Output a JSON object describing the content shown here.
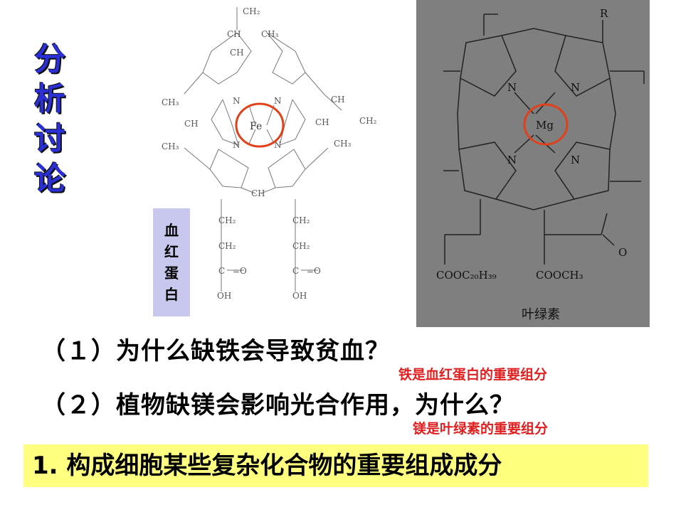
{
  "side_title": [
    "分",
    "析",
    "讨",
    "论"
  ],
  "heme": {
    "label_chars": [
      "血",
      "红",
      "蛋",
      "白"
    ],
    "center_atom": "Fe",
    "atoms": {
      "n": "N",
      "ch": "CH",
      "ch2": "CH₂",
      "ch3": "CH₃",
      "c": "C",
      "oh": "OH",
      "o": "=O"
    }
  },
  "chlorophyll": {
    "caption": "叶绿素",
    "center_atom": "Mg",
    "n": "N",
    "r": "R",
    "o": "O",
    "ester1": "COOC₂₀H₃₉",
    "ester2": "COOCH₃"
  },
  "questions": [
    {
      "text": "（１）为什么缺铁会导致贫血？",
      "answer": "铁是血红蛋白的重要组分"
    },
    {
      "text": "（２）植物缺镁会影响光合作用，为什么？",
      "answer": "镁是叶绿素的重要组分"
    }
  ],
  "summary": "1. 构成细胞某些复杂化合物的重要组成成分",
  "colors": {
    "title_blue": "#2a2fd6",
    "answer_red": "#e02020",
    "summary_bg": "#ffff80",
    "panel_gray": "#7f7f7f",
    "heme_label_bg": "#c8c8ee"
  }
}
